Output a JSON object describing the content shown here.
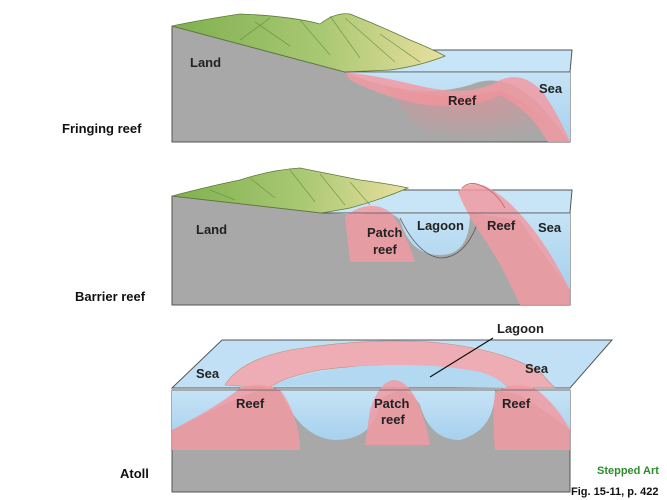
{
  "panels": {
    "fringing": {
      "caption": "Fringing reef",
      "land": "Land",
      "reef": "Reef",
      "sea": "Sea"
    },
    "barrier": {
      "caption": "Barrier reef",
      "land": "Land",
      "patch_reef_line1": "Patch",
      "patch_reef_line2": "reef",
      "lagoon": "Lagoon",
      "reef": "Reef",
      "sea": "Sea"
    },
    "atoll": {
      "caption": "Atoll",
      "lagoon": "Lagoon",
      "sea_left": "Sea",
      "sea_right": "Sea",
      "reef_left": "Reef",
      "patch_reef_line1": "Patch",
      "patch_reef_line2": "reef",
      "reef_right": "Reef"
    }
  },
  "credits": {
    "stepped_art": "Stepped Art",
    "figure_ref": "Fig. 15-11, p. 422"
  },
  "colors": {
    "rock": "#a8a8a8",
    "rock_dark": "#8f8f8f",
    "sea": "#b8dcf2",
    "sea_edge": "#7fb6d9",
    "reef": "#f0a3a8",
    "land_green": "#9cc26a",
    "land_tan": "#e6dc9e",
    "credit_green": "#2e8b2e"
  }
}
